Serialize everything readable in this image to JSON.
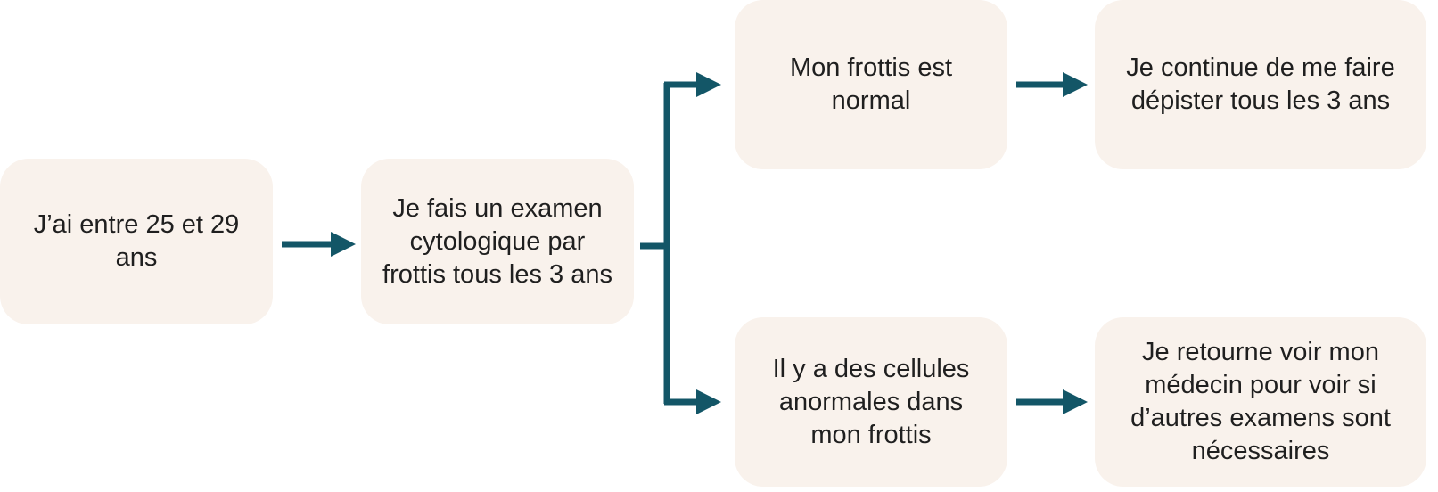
{
  "colors": {
    "node_fill": "#f9f2ec",
    "connector": "#135667",
    "text": "#1f1f1f"
  },
  "nodes": {
    "age": {
      "label": "J’ai entre 25 et 29 ans"
    },
    "exam": {
      "label": "Je fais un examen cytologique par frottis tous les 3 ans"
    },
    "normal": {
      "label": "Mon frottis est normal"
    },
    "continue": {
      "label": "Je continue de me faire dépister tous les 3 ans"
    },
    "abnormal": {
      "label": "Il y a des cellules anormales dans mon frottis"
    },
    "doctor": {
      "label": "Je retourne voir mon médecin pour voir si d’autres examens sont nécessaires"
    }
  }
}
